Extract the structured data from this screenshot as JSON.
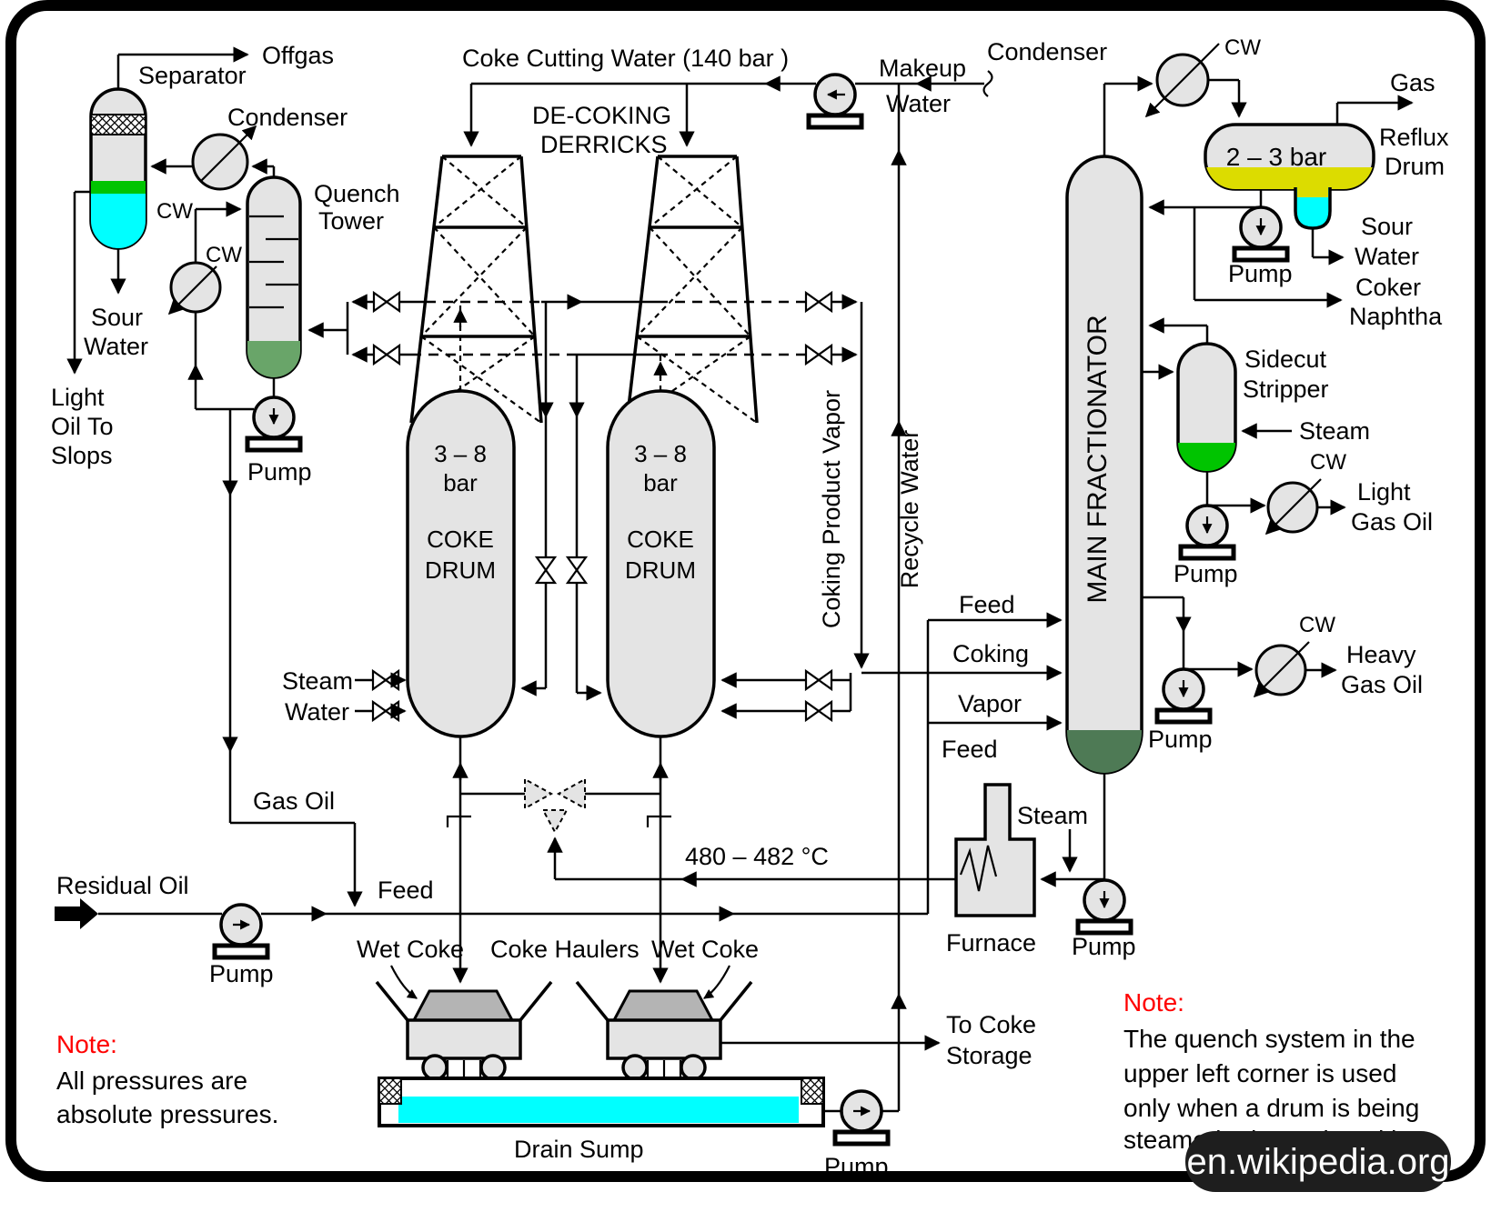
{
  "labels": {
    "offgas": "Offgas",
    "separator": "Separator",
    "condenser": "Condenser",
    "cw": "CW",
    "sour": "Sour",
    "water": "Water",
    "light": "Light",
    "oil_to": "Oil To",
    "slops": "Slops",
    "quench": "Quench",
    "tower": "Tower",
    "pump": "Pump",
    "coke_cutting_water": "Coke Cutting Water (140 bar )",
    "decoking": "DE-COKING",
    "derricks": "DERRICKS",
    "makeup": "Makeup",
    "gas": "Gas",
    "reflux": "Reflux",
    "drum": "Drum",
    "pressure_2_3": "2 – 3 bar",
    "coker": "Coker",
    "naphtha": "Naphtha",
    "sidecut": "Sidecut",
    "stripper": "Stripper",
    "steam": "Steam",
    "gas_oil": "Gas Oil",
    "heavy": "Heavy",
    "main_fractionator": "MAIN FRACTIONATOR",
    "pressure_3_8": "3 – 8",
    "bar": "bar",
    "coke": "COKE",
    "drum_caps": "DRUM",
    "coking_product_vapor": "Coking Product Vapor",
    "recycle_water": "Recycle Water",
    "feed": "Feed",
    "coking": "Coking",
    "vapor": "Vapor",
    "residual_oil": "Residual Oil",
    "temperature": "480 – 482 °C",
    "wet_coke": "Wet Coke",
    "coke_haulers": "Coke Haulers",
    "to_coke": "To Coke",
    "storage": "Storage",
    "drain_sump": "Drain Sump",
    "furnace": "Furnace"
  },
  "notes": {
    "left": {
      "title": "Note:",
      "line1": "All pressures are",
      "line2": "absolute pressures."
    },
    "right": {
      "title": "Note:",
      "line1": "The quench system in the",
      "line2": "upper left corner is used",
      "line3": "only when a drum is being",
      "line4": "steamed prior to de-coking."
    }
  },
  "watermark": "en.wikipedia.org",
  "colors": {
    "vessel_fill": "#e4e4e4",
    "hauler_top": "#b4b4b4",
    "cyan": "#00ffff",
    "bright_green": "#00c400",
    "sage_green": "#69a569",
    "dark_green": "#4e7a55",
    "yellow": "#dcdc00",
    "note_red": "#ff0000",
    "line_black": "#000000",
    "watermark_bg": "#1e1e1e",
    "watermark_text": "#ffffff"
  }
}
